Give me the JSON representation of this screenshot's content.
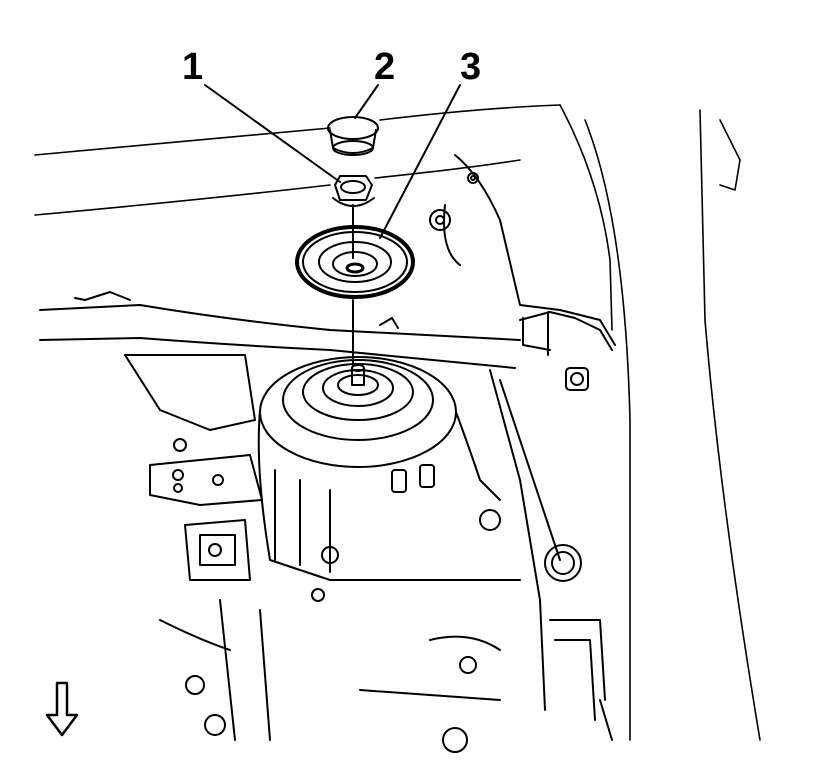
{
  "callouts": [
    {
      "id": "1",
      "label": "1"
    },
    {
      "id": "2",
      "label": "2"
    },
    {
      "id": "3",
      "label": "3"
    }
  ],
  "direction_arrow": {
    "icon": "down-arrow-icon",
    "meaning": "view direction"
  },
  "colors": {
    "line": "#000000",
    "background": "#ffffff"
  }
}
